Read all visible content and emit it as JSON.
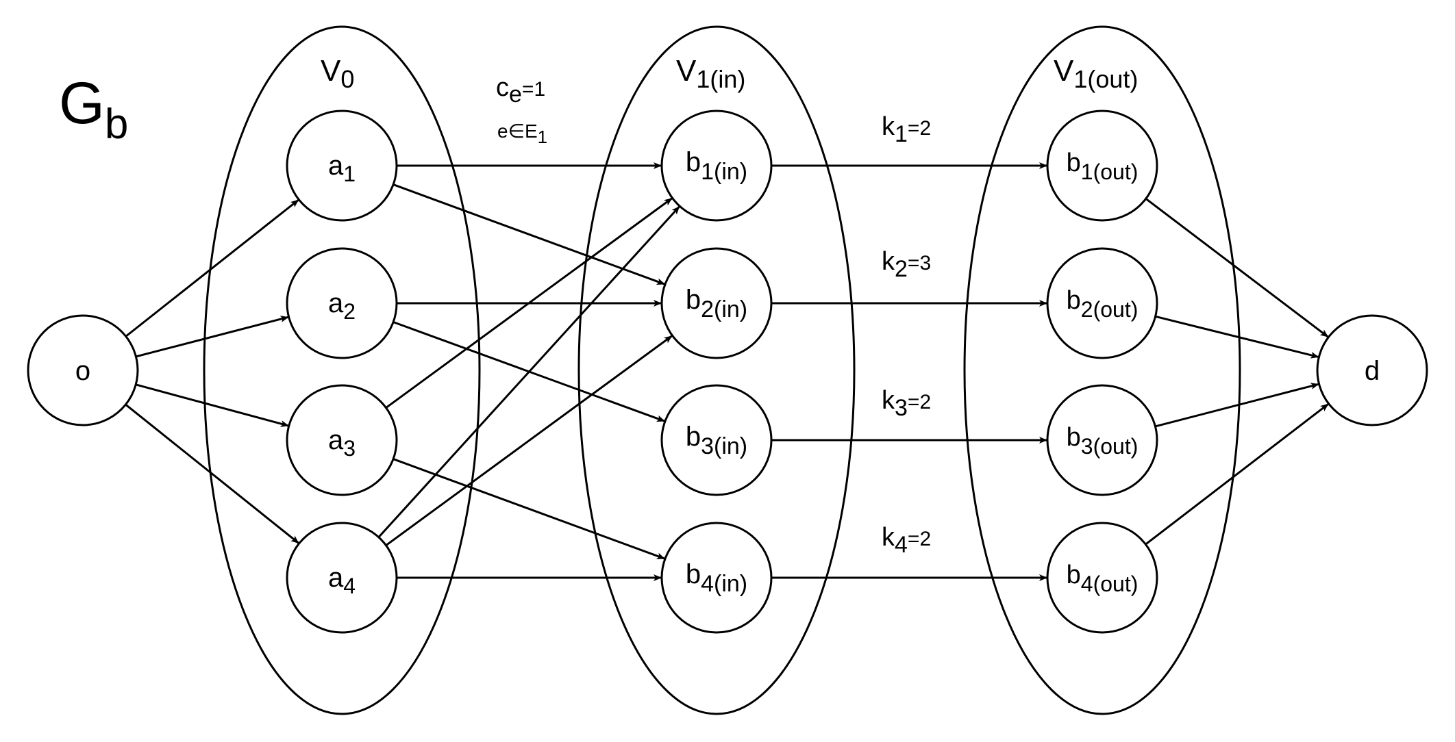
{
  "graph": {
    "name": "G",
    "name_sub": "b",
    "groups": {
      "v0": {
        "main": "V",
        "sub": "0"
      },
      "v1_in": {
        "main": "V",
        "sub": "1(in)"
      },
      "v1_out": {
        "main": "V",
        "sub": "1(out)"
      }
    },
    "nodes": {
      "o": {
        "main": "o",
        "sub": ""
      },
      "a1": {
        "main": "a",
        "sub": "1"
      },
      "a2": {
        "main": "a",
        "sub": "2"
      },
      "a3": {
        "main": "a",
        "sub": "3"
      },
      "a4": {
        "main": "a",
        "sub": "4"
      },
      "b1_in": {
        "main": "b",
        "sub": "1(in)"
      },
      "b2_in": {
        "main": "b",
        "sub": "2(in)"
      },
      "b3_in": {
        "main": "b",
        "sub": "3(in)"
      },
      "b4_in": {
        "main": "b",
        "sub": "4(in)"
      },
      "b1_out": {
        "main": "b",
        "sub": "1(out)"
      },
      "b2_out": {
        "main": "b",
        "sub": "2(out)"
      },
      "b3_out": {
        "main": "b",
        "sub": "3(out)"
      },
      "b4_out": {
        "main": "b",
        "sub": "4(out)"
      },
      "d": {
        "main": "d",
        "sub": ""
      }
    },
    "edge_labels": {
      "ce": {
        "main": "c",
        "sub": "e",
        "rest": "=1"
      },
      "e_in": {
        "main": "e∈E",
        "sub": "1"
      },
      "k1": {
        "main": "k",
        "sub": "1",
        "rest": "=2"
      },
      "k2": {
        "main": "k",
        "sub": "2",
        "rest": "=3"
      },
      "k3": {
        "main": "k",
        "sub": "3",
        "rest": "=2"
      },
      "k4": {
        "main": "k",
        "sub": "4",
        "rest": "=2"
      }
    },
    "edges": [
      {
        "from": "o",
        "to": "a1"
      },
      {
        "from": "o",
        "to": "a2"
      },
      {
        "from": "o",
        "to": "a3"
      },
      {
        "from": "o",
        "to": "a4"
      },
      {
        "from": "a1",
        "to": "b1_in"
      },
      {
        "from": "a1",
        "to": "b2_in"
      },
      {
        "from": "a2",
        "to": "b2_in"
      },
      {
        "from": "a2",
        "to": "b3_in"
      },
      {
        "from": "a3",
        "to": "b1_in"
      },
      {
        "from": "a3",
        "to": "b4_in"
      },
      {
        "from": "a4",
        "to": "b1_in"
      },
      {
        "from": "a4",
        "to": "b2_in"
      },
      {
        "from": "a4",
        "to": "b4_in"
      },
      {
        "from": "b1_in",
        "to": "b1_out"
      },
      {
        "from": "b2_in",
        "to": "b2_out"
      },
      {
        "from": "b3_in",
        "to": "b3_out"
      },
      {
        "from": "b4_in",
        "to": "b4_out"
      },
      {
        "from": "b1_out",
        "to": "d"
      },
      {
        "from": "b2_out",
        "to": "d"
      },
      {
        "from": "b3_out",
        "to": "d"
      },
      {
        "from": "b4_out",
        "to": "d"
      }
    ]
  }
}
